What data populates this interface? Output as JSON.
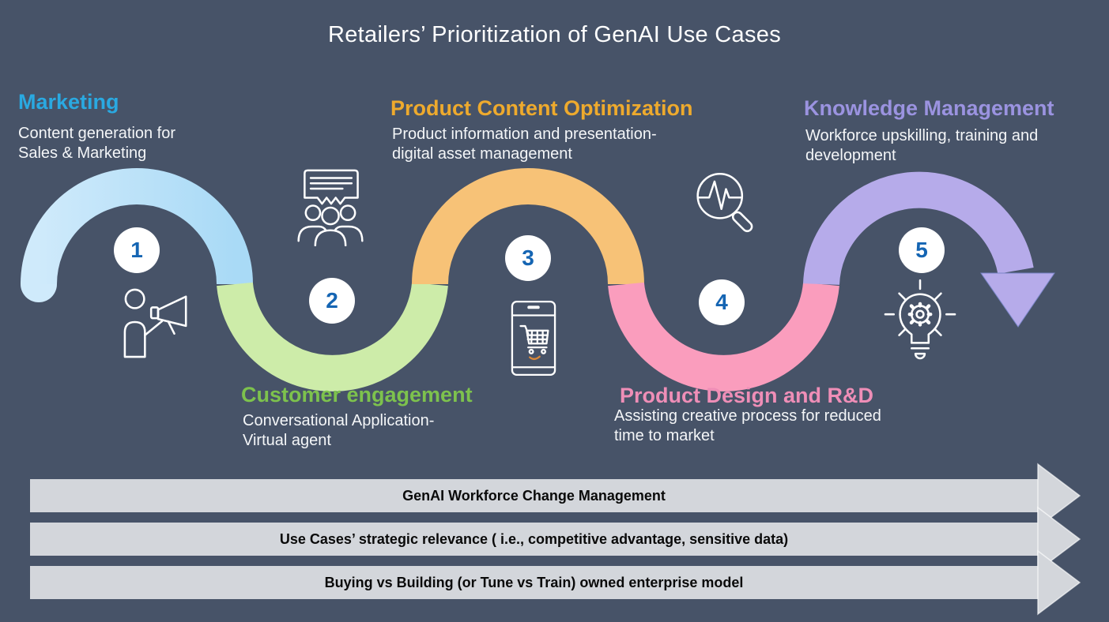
{
  "title": "Retailers’ Prioritization of GenAI Use Cases",
  "background_color": "#475368",
  "number_color": "#1565b3",
  "stages": [
    {
      "number": "1",
      "label": "Marketing",
      "description": "Content generation for\nSales & Marketing",
      "title_color": "#2aa9e1",
      "arc_color": "#a9daf6",
      "arc_color_light": "#cfeafb",
      "icon": "megaphone-person-icon"
    },
    {
      "number": "2",
      "label": "Customer engagement",
      "description": "Conversational Application-\nVirtual agent",
      "title_color": "#7dc24d",
      "arc_color": "#cdeca9",
      "icon": "chat-group-icon"
    },
    {
      "number": "3",
      "label": "Product Content Optimization",
      "description": "Product information and presentation-\ndigital asset management",
      "title_color": "#eeaa2d",
      "arc_color": "#f7c277",
      "icon": "mobile-shopping-cart-icon",
      "smile_accent_color": "#d9883a"
    },
    {
      "number": "4",
      "label": "Product Design and R&D",
      "description": "Assisting creative process for reduced\ntime to market",
      "title_color": "#ef8eb7",
      "arc_color": "#fa9dbd",
      "icon": "magnifier-pulse-icon"
    },
    {
      "number": "5",
      "label": "Knowledge Management",
      "description": "Workforce upskilling, training and\ndevelopment",
      "title_color": "#9b93e0",
      "arc_color": "#b6abea",
      "icon": "lightbulb-gear-icon"
    }
  ],
  "banners": [
    {
      "label": "GenAI Workforce Change Management",
      "fill": "#d3d6db",
      "text_color": "#0a0a0a"
    },
    {
      "label": "Use Cases’ strategic relevance ( i.e., competitive advantage, sensitive data)",
      "fill": "#d3d6db",
      "text_color": "#0a0a0a"
    },
    {
      "label": "Buying vs Building (or Tune vs Train) owned enterprise model",
      "fill": "#d3d6db",
      "text_color": "#0a0a0a"
    }
  ]
}
